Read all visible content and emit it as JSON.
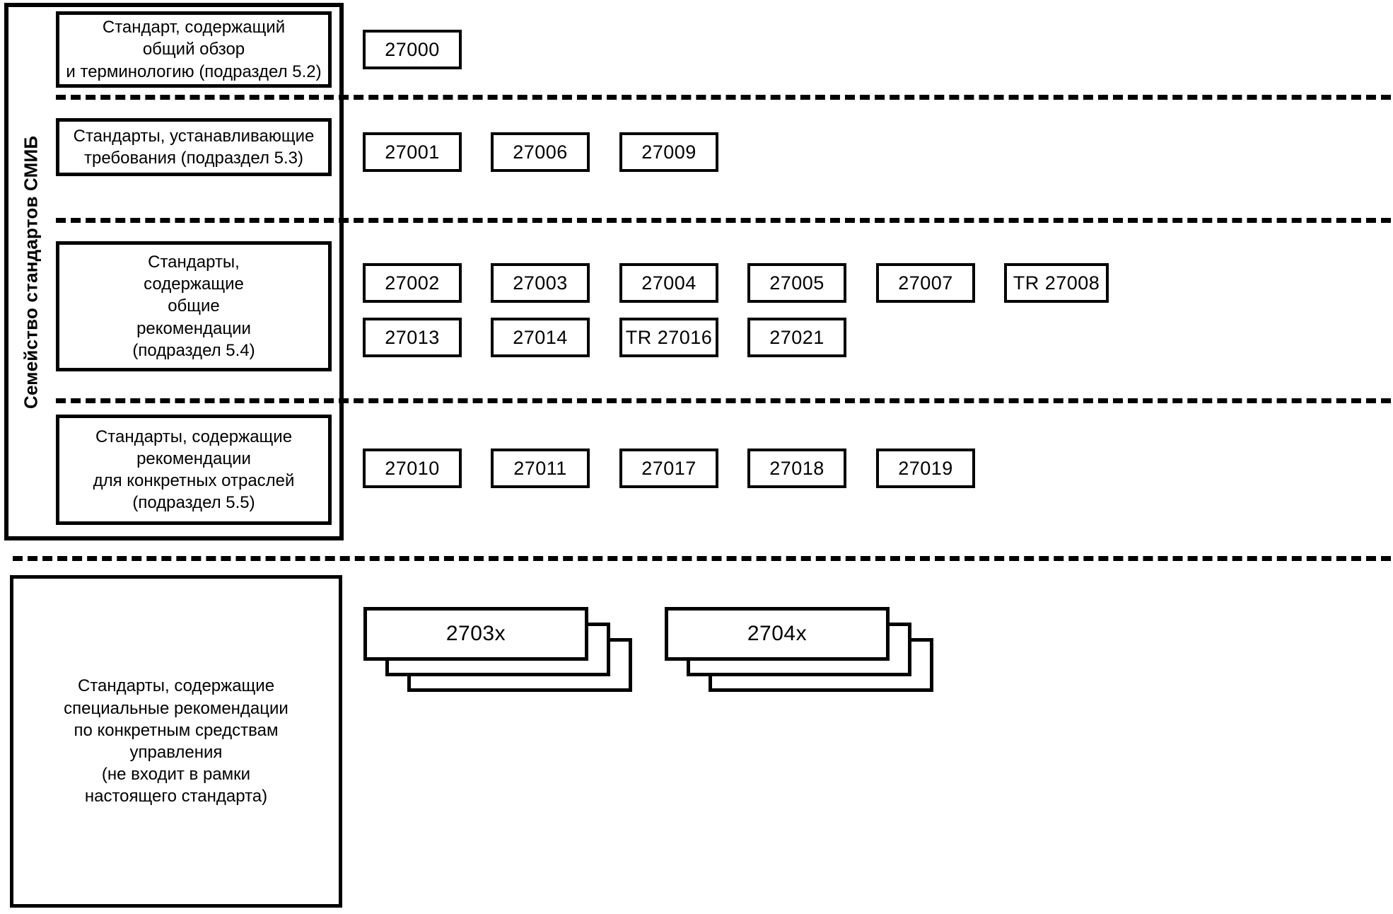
{
  "diagram": {
    "title": "Семейство стандартов СМИБ",
    "side_label": "Семейство стандартов СМИБ",
    "categories": [
      {
        "id": "overview",
        "label": "Стандарт, содержащий\nобщий обзор\nи терминологию (подраздел 5.2)",
        "standards": [
          "27000"
        ]
      },
      {
        "id": "requirements",
        "label": "Стандарты, устанавливающие\nтребования (подраздел 5.3)",
        "standards": [
          "27001",
          "27006",
          "27009"
        ]
      },
      {
        "id": "general-guidance",
        "label": "Стандарты,\nсодержащие\nобщие\nрекомендации\n(подраздел 5.4)",
        "standards_row1": [
          "27002",
          "27003",
          "27004",
          "27005",
          "27007",
          "TR 27008"
        ],
        "standards_row2": [
          "27013",
          "27014",
          "TR 27016",
          "27021"
        ]
      },
      {
        "id": "sector-guidance",
        "label": "Стандарты, содержащие\nрекомендации\nдля конкретных отраслей\n(подраздел 5.5)",
        "standards": [
          "27010",
          "27011",
          "27017",
          "27018",
          "27019"
        ]
      }
    ],
    "out_of_scope": {
      "id": "control-guidance",
      "label": "Стандарты, содержащие\nспециальные рекомендации\nпо конкретным средствам\nуправления\n(не входит в рамки\nнастоящего стандарта)",
      "stacks": [
        "2703x",
        "2704x"
      ]
    },
    "colors": {
      "stroke": "#000000",
      "background": "#ffffff"
    }
  }
}
